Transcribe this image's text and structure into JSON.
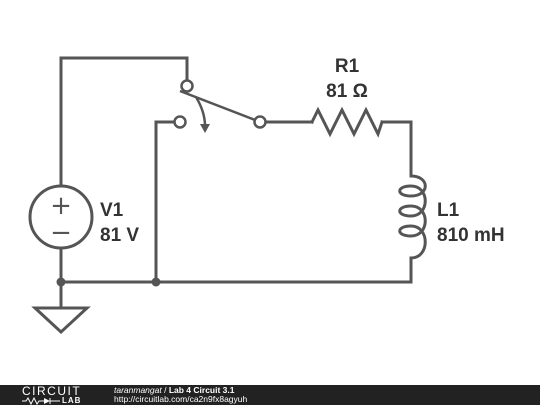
{
  "circuit": {
    "source": {
      "name": "V1",
      "value": "81 V",
      "plus": "+",
      "minus": "−"
    },
    "resistor": {
      "name": "R1",
      "value": "81 Ω"
    },
    "inductor": {
      "name": "L1",
      "value": "810 mH"
    },
    "components_icons": {
      "source": "dc-voltage-source-icon",
      "resistor": "resistor-icon",
      "inductor": "inductor-coil-icon",
      "switch": "spdt-switch-icon",
      "ground": "ground-icon"
    }
  },
  "footer": {
    "logo_top": "CIRCUIT",
    "logo_bottom": "LAB",
    "author": "taranmangat",
    "separator": " / ",
    "title": "Lab 4 Circuit 3.1",
    "url": "http://circuitlab.com/ca2n9fx8agyuh"
  },
  "colors": {
    "wire": "#555555",
    "label": "#333333",
    "footer_bg": "#222222",
    "footer_text": "#ffffff"
  }
}
